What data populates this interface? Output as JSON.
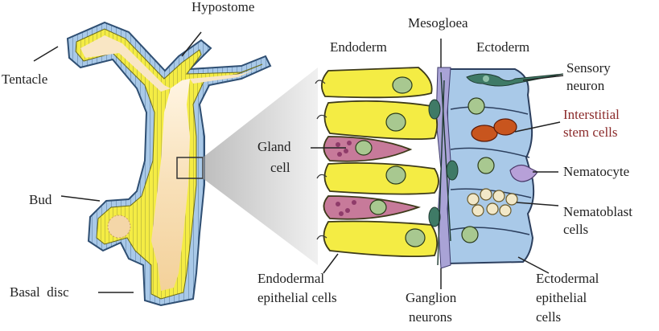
{
  "labels": {
    "hypostome": "Hypostome",
    "tentacle": "Tentacle",
    "bud": "Bud",
    "basal_disc": "Basal  disc",
    "endoderm": "Endoderm",
    "mesogloea": "Mesogloea",
    "ectoderm": "Ectoderm",
    "sensory_neuron": [
      "Sensory",
      "neuron"
    ],
    "interstitial_stem_cells": [
      "Interstitial",
      "stem cells"
    ],
    "nematocyte": "Nematocyte",
    "nematoblast_cells": [
      "Nematoblast",
      "cells"
    ],
    "gland_cell": [
      "Gland",
      "cell"
    ],
    "endodermal_epithelial_cells": [
      "Endodermal",
      "epithelial cells"
    ],
    "ganglion_neurons": [
      "Ganglion",
      "neurons"
    ],
    "ectodermal_epithelial_cells": [
      "Ectodermal",
      "epithelial",
      "cells"
    ]
  },
  "colors": {
    "ectoderm_blue": "#a9c9e8",
    "endoderm_yellow": "#f4ec44",
    "gland_pink": "#c77a9a",
    "mesogloea_lilac": "#a9a3d6",
    "neuron_green": "#3f7a66",
    "stem_cell_red": "#c8551e",
    "gut_cream": "#f7e2bf",
    "label_red": "#8b2b2b"
  }
}
